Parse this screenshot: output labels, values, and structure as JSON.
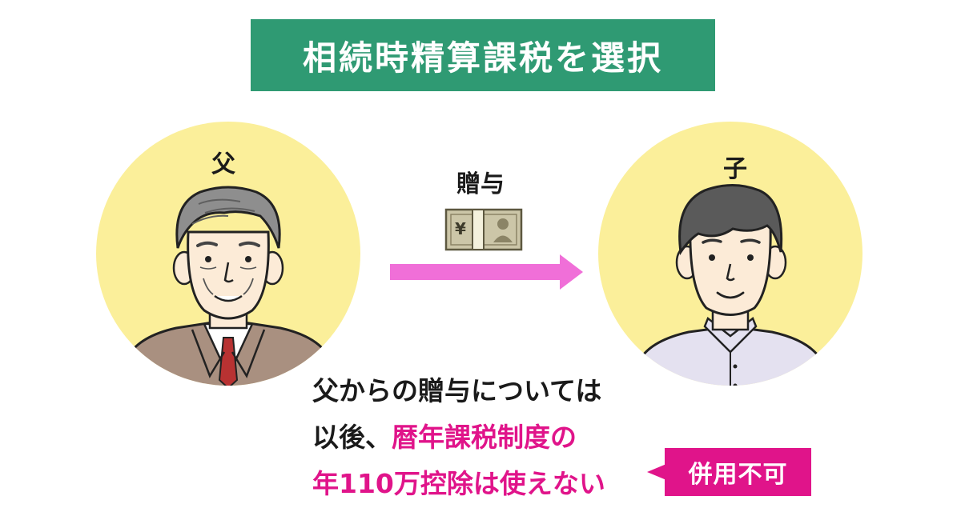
{
  "title": "相続時精算課税を選択",
  "father_label": "父",
  "son_label": "子",
  "gift_label": "贈与",
  "money_icon": "yen-banknote-icon",
  "message": {
    "line1": "父からの贈与については",
    "line2_prefix": "以後、",
    "line2_highlight": "暦年課税制度の",
    "line3_highlight": "年110万控除は使えない"
  },
  "badge": "併用不可",
  "colors": {
    "title_bg": "#2f9a73",
    "circle": "#fbef9a",
    "arrow": "#f06fd8",
    "highlight": "#e0148a"
  }
}
